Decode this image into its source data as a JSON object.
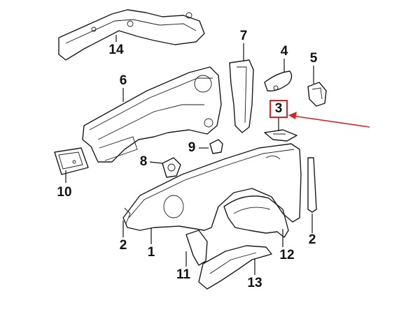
{
  "diagram": {
    "callouts": [
      "14",
      "7",
      "4",
      "5",
      "6",
      "3",
      "9",
      "8",
      "10",
      "2",
      "1",
      "12",
      "2",
      "11",
      "13"
    ],
    "highlighted_callout": "3",
    "highlight_color": "#e02020"
  }
}
